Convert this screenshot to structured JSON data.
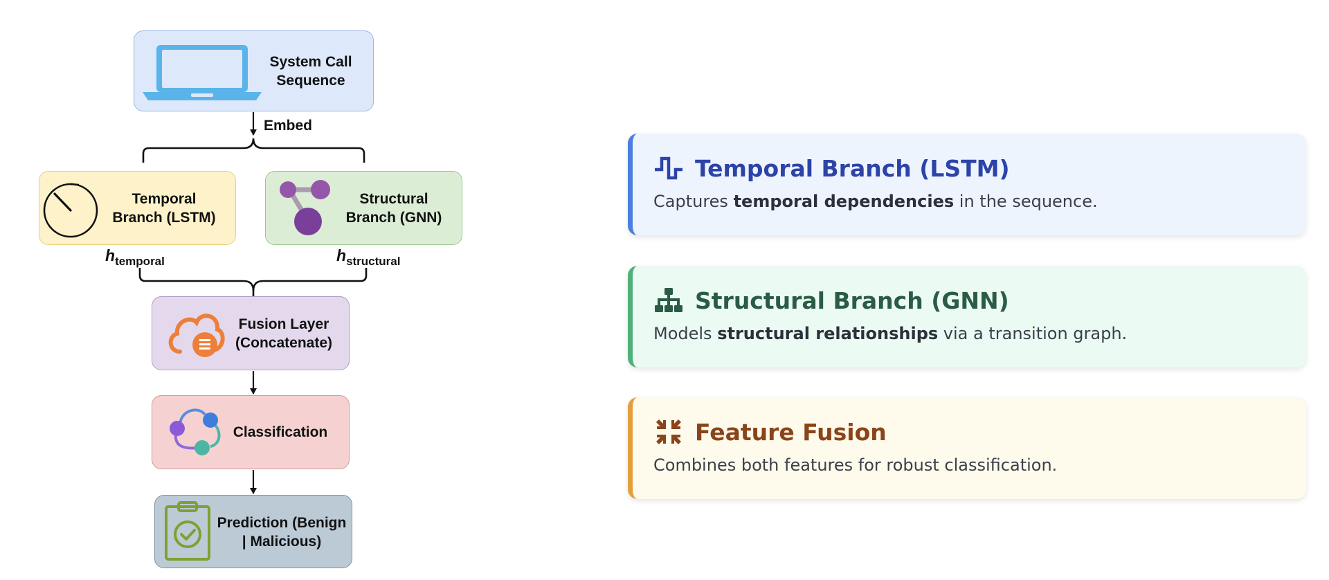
{
  "diagram": {
    "nodes": {
      "syscall": "System Call\nSequence",
      "temporal": "Temporal\nBranch (LSTM)",
      "structural": "Structural\nBranch (GNN)",
      "fusion": "Fusion Layer\n(Concatenate)",
      "classification": "Classification",
      "prediction": "Prediction (Benign\n| Malicious)"
    },
    "edge_embed": "Embed",
    "h_temporal": {
      "base": "h",
      "sub": "temporal"
    },
    "h_structural": {
      "base": "h",
      "sub": "structural"
    }
  },
  "cards": [
    {
      "title": "Temporal Branch (LSTM)",
      "icon": "waveform-icon",
      "accent": "#2c43a8",
      "border": "#4a7ee0",
      "bg": "#eef4fe",
      "desc_pre": "Captures ",
      "desc_bold": "temporal dependencies",
      "desc_post": " in the sequence."
    },
    {
      "title": "Structural Branch (GNN)",
      "icon": "sitemap-icon",
      "accent": "#2a5c45",
      "border": "#4fb07b",
      "bg": "#ebfaf2",
      "desc_pre": "Models ",
      "desc_bold": "structural relationships",
      "desc_post": " via a transition graph."
    },
    {
      "title": "Feature Fusion",
      "icon": "compress-icon",
      "accent": "#8a4419",
      "border": "#e3a03a",
      "bg": "#fefaec",
      "desc_pre": "Combines both features for robust classification.",
      "desc_bold": "",
      "desc_post": ""
    }
  ]
}
